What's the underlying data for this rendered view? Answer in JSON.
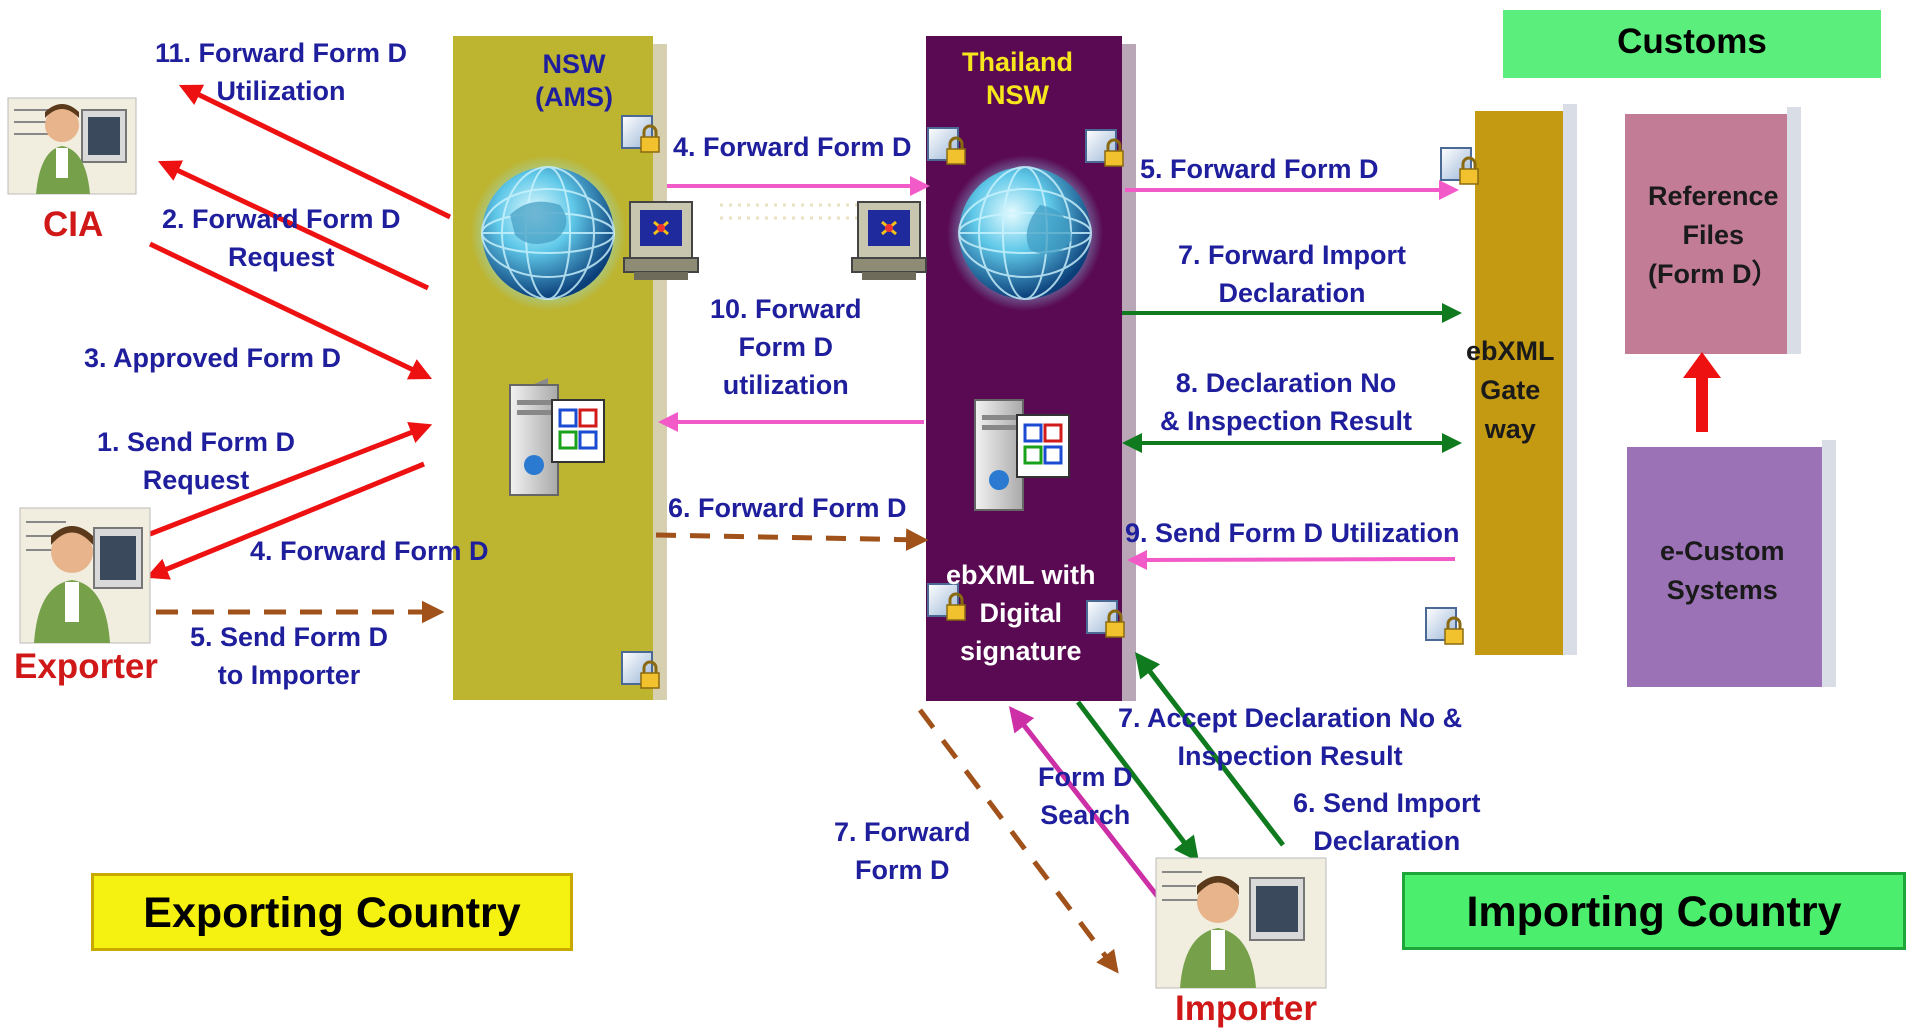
{
  "panels": {
    "nsw_ams": "NSW\n(AMS)",
    "thailand_nsw": "Thailand\nNSW",
    "ebxml_signature": "ebXML with\nDigital\nsignature",
    "gateway": "ebXML\nGate\nway",
    "reference_files": "Reference\nFiles\n(Form D）",
    "ecustom": "e-Custom\nSystems",
    "customs": "Customs",
    "exporting": "Exporting Country",
    "importing": "Importing Country"
  },
  "actors": {
    "cia": "CIA",
    "exporter": "Exporter",
    "importer": "Importer"
  },
  "flows": {
    "f11": "11. Forward Form D\nUtilization",
    "f2": "2. Forward Form D\nRequest",
    "f3": "3. Approved Form D",
    "f1": "1. Send Form D\nRequest",
    "f4_exporter": "4. Forward Form D",
    "f5_importer": "5. Send Form D\nto Importer",
    "f4_nsw": "4. Forward Form D",
    "f10": "10. Forward\nForm D\nutilization",
    "f6_nsw": "6. Forward Form D",
    "f5_gw": "5. Forward Form D",
    "f7_import": "7. Forward Import\nDeclaration",
    "f8": "8. Declaration No\n& Inspection Result",
    "f9": "9. Send Form D Utilization",
    "f7_accept": "7. Accept Declaration No &\nInspection Result",
    "f6_send": "6. Send Import\nDeclaration",
    "search": "Form D\nSearch",
    "f7_forward": "7. Forward\nForm D"
  },
  "colors": {
    "red_arrow": "#ee1111",
    "pink_arrow": "#f25ac8",
    "green_arrow": "#0f7a1e",
    "brown_dashed": "#a0521a",
    "magenta_arrow": "#cc2fa6",
    "label_blue": "#1f1f9e",
    "label_red": "#d01818"
  }
}
